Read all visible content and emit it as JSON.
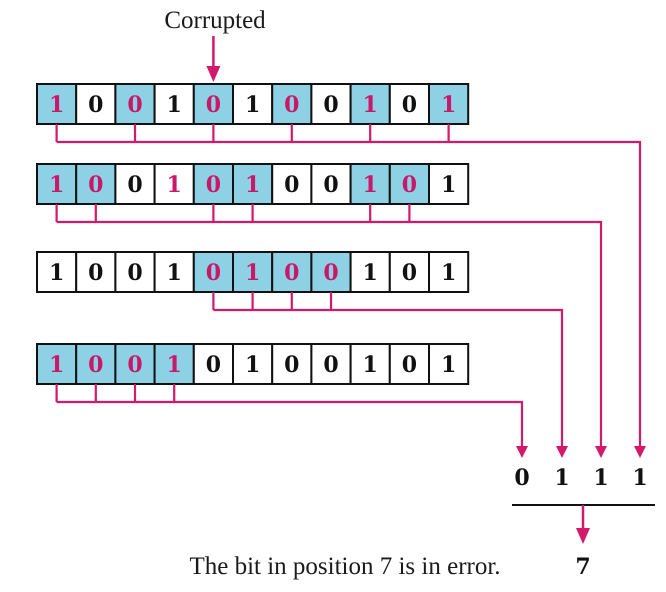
{
  "corrupted_label": "Corrupted",
  "colors": {
    "highlight_fill": "#8fd1e4",
    "line": "#d21a6b",
    "parity_bit_text": "#c8186a",
    "normal_text": "#111111",
    "border": "#111111"
  },
  "rows": [
    {
      "bits": [
        "1",
        "0",
        "0",
        "1",
        "0",
        "1",
        "0",
        "0",
        "1",
        "0",
        "1"
      ],
      "highlighted": [
        true,
        false,
        true,
        false,
        true,
        false,
        true,
        false,
        true,
        false,
        true
      ]
    },
    {
      "bits": [
        "1",
        "0",
        "0",
        "1",
        "0",
        "1",
        "0",
        "0",
        "1",
        "0",
        "1"
      ],
      "highlighted": [
        true,
        true,
        false,
        false,
        true,
        true,
        false,
        false,
        true,
        true,
        false
      ],
      "magenta_text": [
        true,
        true,
        false,
        true,
        true,
        true,
        false,
        false,
        true,
        true,
        false
      ]
    },
    {
      "bits": [
        "1",
        "0",
        "0",
        "1",
        "0",
        "1",
        "0",
        "0",
        "1",
        "0",
        "1"
      ],
      "highlighted": [
        false,
        false,
        false,
        false,
        true,
        true,
        true,
        true,
        false,
        false,
        false
      ],
      "magenta_text": [
        false,
        false,
        false,
        false,
        true,
        true,
        true,
        true,
        false,
        false,
        false
      ]
    },
    {
      "bits": [
        "1",
        "0",
        "0",
        "1",
        "0",
        "1",
        "0",
        "0",
        "1",
        "0",
        "1"
      ],
      "highlighted": [
        true,
        true,
        true,
        true,
        false,
        false,
        false,
        false,
        false,
        false,
        false
      ],
      "magenta_text": [
        true,
        true,
        true,
        true,
        false,
        false,
        false,
        false,
        false,
        false,
        false
      ]
    }
  ],
  "result_bits": [
    "0",
    "1",
    "1",
    "1"
  ],
  "result_value": "7",
  "message": "The bit in position 7 is in error."
}
